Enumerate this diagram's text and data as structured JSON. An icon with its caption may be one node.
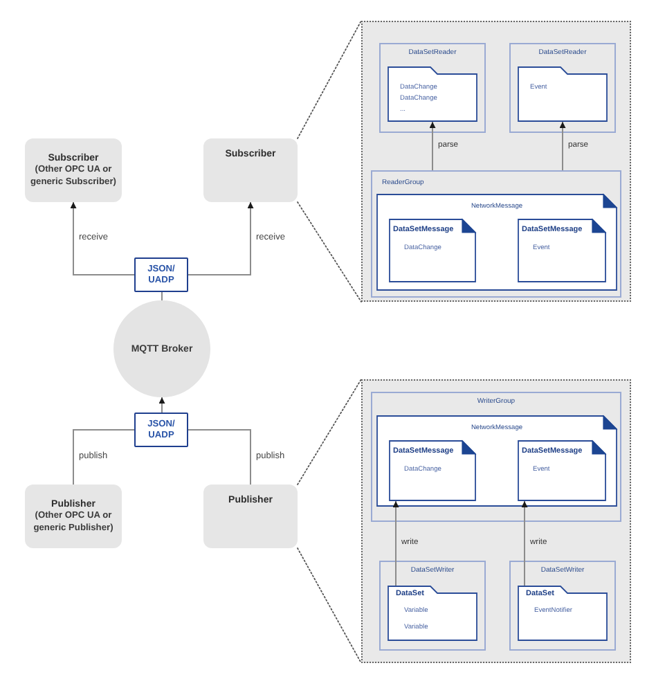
{
  "diagram": {
    "nodes": [
      {
        "text": [
          "Subscriber",
          "(Other OPC UA or generic Subscriber)"
        ]
      },
      {
        "text": [
          "Subscriber"
        ]
      },
      {
        "text": [
          "JSON/ UADP"
        ]
      },
      {
        "text": [
          "MQTT Broker"
        ]
      },
      {
        "text": [
          "JSON/ UADP"
        ]
      },
      {
        "text": [
          "Publisher",
          "(Other OPC UA or generic Publisher)"
        ]
      },
      {
        "text": [
          "Publisher"
        ]
      },
      {
        "text": [],
        "shape": "box"
      },
      {
        "text": [
          "DataSetReader"
        ],
        "in": 7
      },
      {
        "text": [
          "DataChange",
          "DataChange",
          "..."
        ],
        "in": 8
      },
      {
        "text": [
          "DataSetReader"
        ],
        "in": 7
      },
      {
        "text": [
          "Event"
        ],
        "in": 10
      },
      {
        "text": [
          "ReaderGroup"
        ],
        "in": 7
      },
      {
        "text": [
          "NetworkMessage"
        ],
        "in": 12
      },
      {
        "text": [
          "DataSetMessage",
          "DataChange"
        ],
        "in": 13
      },
      {
        "text": [
          "DataSetMessage",
          "Event"
        ],
        "in": 13
      },
      {
        "text": [],
        "shape": "box"
      },
      {
        "text": [
          "WriterGroup"
        ],
        "in": 16
      },
      {
        "text": [
          "NetworkMessage"
        ],
        "in": 17
      },
      {
        "text": [
          "DataSetMessage",
          "DataChange"
        ],
        "in": 18
      },
      {
        "text": [
          "DataSetMessage",
          "Event"
        ],
        "in": 18
      },
      {
        "text": [
          "DataSetWriter"
        ],
        "in": 16
      },
      {
        "text": [
          "DataSet",
          "Variable",
          "Variable"
        ],
        "in": 21
      },
      {
        "text": [
          "DataSetWriter"
        ],
        "in": 16
      },
      {
        "text": [
          "DataSet",
          "EventNotifier"
        ],
        "in": 23
      }
    ],
    "edges": [
      {
        "from": 2,
        "to": 0,
        "arrow": "to",
        "label": "receive"
      },
      {
        "from": 2,
        "to": 1,
        "arrow": "to",
        "label": "receive"
      },
      {
        "from": 2,
        "to": 3,
        "arrow": "none"
      },
      {
        "from": 4,
        "to": 3,
        "arrow": "to"
      },
      {
        "from": 5,
        "to": 4,
        "arrow": "none",
        "label": "publish"
      },
      {
        "from": 6,
        "to": 4,
        "arrow": "none",
        "label": "publish"
      },
      {
        "from": 1,
        "to": 7,
        "arrow": "none",
        "style": "dashed"
      },
      {
        "from": 1,
        "to": 7,
        "arrow": "none",
        "style": "dashed"
      },
      {
        "from": 12,
        "to": 9,
        "arrow": "to",
        "label": "parse"
      },
      {
        "from": 12,
        "to": 11,
        "arrow": "to",
        "label": "parse"
      },
      {
        "from": 6,
        "to": 16,
        "arrow": "none",
        "style": "dashed"
      },
      {
        "from": 6,
        "to": 16,
        "arrow": "none",
        "style": "dashed"
      },
      {
        "from": 22,
        "to": 19,
        "arrow": "to",
        "label": "write"
      },
      {
        "from": 24,
        "to": 20,
        "arrow": "to",
        "label": "write"
      }
    ]
  }
}
